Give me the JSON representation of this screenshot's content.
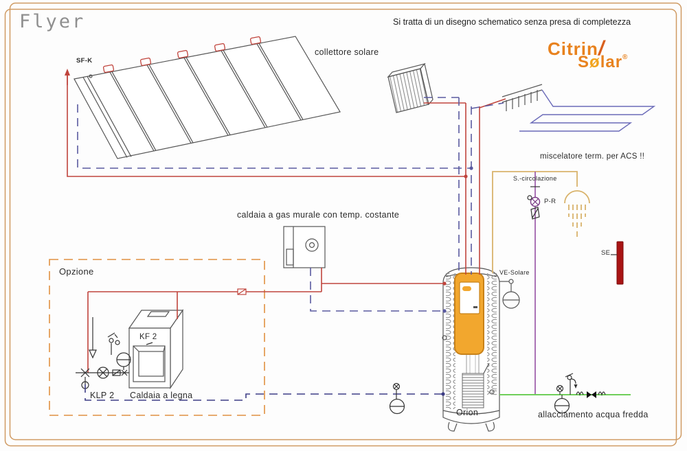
{
  "window": {
    "title": "Flyer",
    "disclaimer": "Si tratta di un disegno schematico senza presa di completezza"
  },
  "logo": {
    "part1": "Citrin",
    "slash": "/",
    "part2_s": "S",
    "sun": "ø",
    "part2_rest": "lar",
    "registered": "®"
  },
  "labels": {
    "collector": "collettore solare",
    "collector_sensor": "SF-K",
    "mixer_note": "miscelatore term. per ACS !!",
    "circulation_line": "S.-circolazione",
    "circulation_pump": "P-R",
    "gas_boiler": "caldaia a gas murale con temp. costante",
    "option_box": "Opzione",
    "wood_boiler_sensor": "KF 2",
    "wood_pump_group": "KLP 2",
    "wood_boiler": "Caldaia a legna",
    "storage_tank": "Orion",
    "solar_expansion_vessel": "VE-Solare",
    "tank_sensor": "SE",
    "cold_water": "allacciamento acqua fredda"
  },
  "colors": {
    "solar_flow": "#c0443c",
    "heating_return": "#5a5aa0",
    "wood_return": "#3d3d85",
    "dhw_circulation": "#9b59a8",
    "cold_water": "#6fcf5a",
    "dhw_warm": "#d9b36b",
    "controller_fill": "#f2a72e",
    "frame": "#cf9a62",
    "sensor_bar": "#a81414",
    "floor_coil": "#6a6ab8",
    "option_frame": "#e09040"
  }
}
